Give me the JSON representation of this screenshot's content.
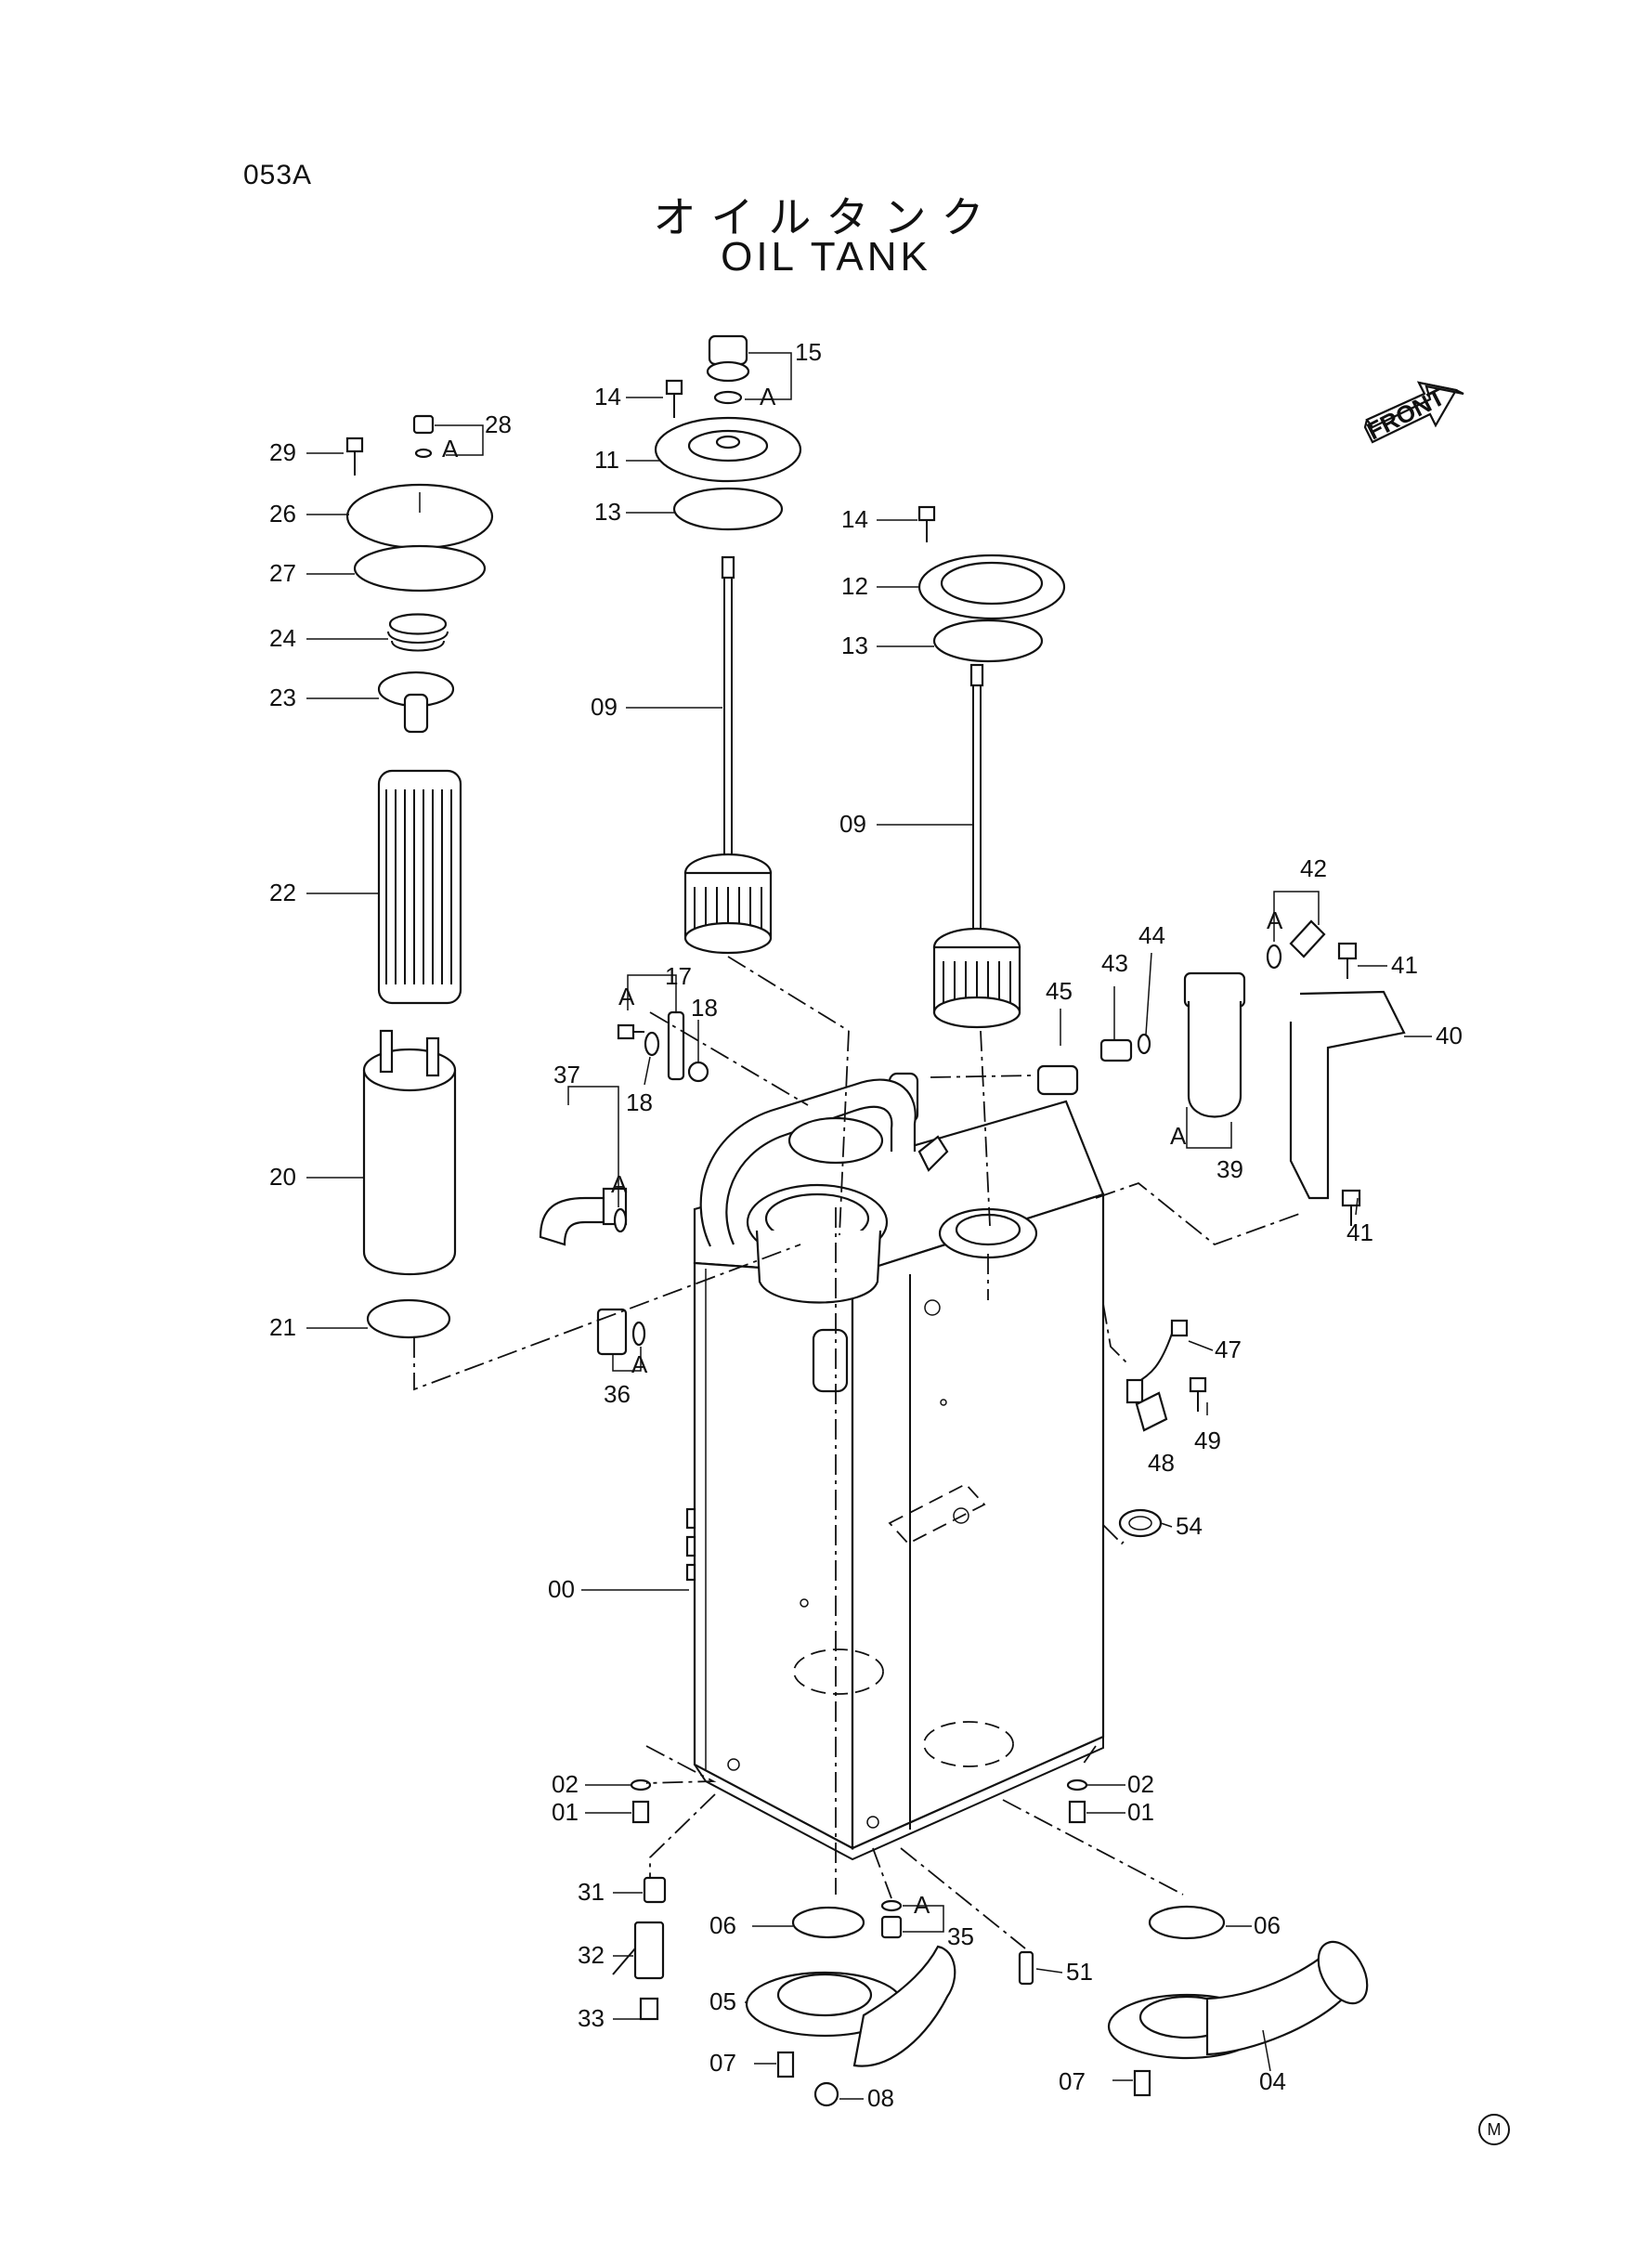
{
  "header": {
    "page_code": "053A",
    "title_jp": "オイルタンク",
    "title_en": "OIL TANK"
  },
  "front_marker": {
    "label": "FRONT"
  },
  "manufacturer_mark": "M",
  "callouts": [
    {
      "id": "c00",
      "text": "00"
    },
    {
      "id": "c01a",
      "text": "01"
    },
    {
      "id": "c01b",
      "text": "01"
    },
    {
      "id": "c02a",
      "text": "02"
    },
    {
      "id": "c02b",
      "text": "02"
    },
    {
      "id": "c04",
      "text": "04"
    },
    {
      "id": "c05",
      "text": "05"
    },
    {
      "id": "c06a",
      "text": "06"
    },
    {
      "id": "c06b",
      "text": "06"
    },
    {
      "id": "c07a",
      "text": "07"
    },
    {
      "id": "c07b",
      "text": "07"
    },
    {
      "id": "c08",
      "text": "08"
    },
    {
      "id": "c09a",
      "text": "09"
    },
    {
      "id": "c09b",
      "text": "09"
    },
    {
      "id": "c11",
      "text": "11"
    },
    {
      "id": "c12",
      "text": "12"
    },
    {
      "id": "c13a",
      "text": "13"
    },
    {
      "id": "c13b",
      "text": "13"
    },
    {
      "id": "c14a",
      "text": "14"
    },
    {
      "id": "c14b",
      "text": "14"
    },
    {
      "id": "c15",
      "text": "15"
    },
    {
      "id": "c17",
      "text": "17"
    },
    {
      "id": "c18a",
      "text": "18"
    },
    {
      "id": "c18b",
      "text": "18"
    },
    {
      "id": "c20",
      "text": "20"
    },
    {
      "id": "c21",
      "text": "21"
    },
    {
      "id": "c22",
      "text": "22"
    },
    {
      "id": "c23",
      "text": "23"
    },
    {
      "id": "c24",
      "text": "24"
    },
    {
      "id": "c26",
      "text": "26"
    },
    {
      "id": "c27",
      "text": "27"
    },
    {
      "id": "c28",
      "text": "28"
    },
    {
      "id": "c29",
      "text": "29"
    },
    {
      "id": "c31",
      "text": "31"
    },
    {
      "id": "c32",
      "text": "32"
    },
    {
      "id": "c33",
      "text": "33"
    },
    {
      "id": "c35",
      "text": "35"
    },
    {
      "id": "c36",
      "text": "36"
    },
    {
      "id": "c37",
      "text": "37"
    },
    {
      "id": "c39",
      "text": "39"
    },
    {
      "id": "c40",
      "text": "40"
    },
    {
      "id": "c41a",
      "text": "41"
    },
    {
      "id": "c41b",
      "text": "41"
    },
    {
      "id": "c42",
      "text": "42"
    },
    {
      "id": "c43",
      "text": "43"
    },
    {
      "id": "c44",
      "text": "44"
    },
    {
      "id": "c45",
      "text": "45"
    },
    {
      "id": "c47",
      "text": "47"
    },
    {
      "id": "c48",
      "text": "48"
    },
    {
      "id": "c49",
      "text": "49"
    },
    {
      "id": "c51",
      "text": "51"
    },
    {
      "id": "c54",
      "text": "54"
    }
  ],
  "sub_markers": [
    {
      "id": "a15",
      "text": "A"
    },
    {
      "id": "a28",
      "text": "A"
    },
    {
      "id": "a17",
      "text": "A"
    },
    {
      "id": "a37",
      "text": "A"
    },
    {
      "id": "a36",
      "text": "A"
    },
    {
      "id": "a42",
      "text": "A"
    },
    {
      "id": "a39",
      "text": "A"
    },
    {
      "id": "a35",
      "text": "A"
    }
  ]
}
